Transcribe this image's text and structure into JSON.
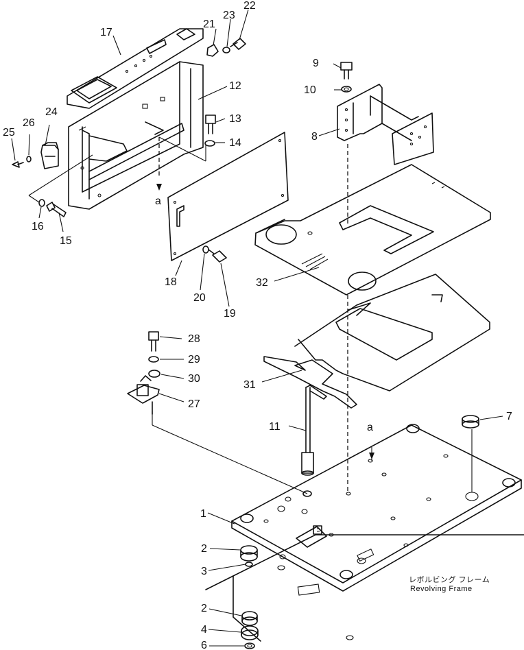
{
  "callouts": {
    "c1": "1",
    "c2a": "2",
    "c2b": "2",
    "c3": "3",
    "c4": "4",
    "c6": "6",
    "c7": "7",
    "c8": "8",
    "c9": "9",
    "c10": "10",
    "c11": "11",
    "c12": "12",
    "c13": "13",
    "c14": "14",
    "c15": "15",
    "c16": "16",
    "c17": "17",
    "c18": "18",
    "c19": "19",
    "c20": "20",
    "c21": "21",
    "c22": "22",
    "c23": "23",
    "c24": "24",
    "c25": "25",
    "c26": "26",
    "c27": "27",
    "c28": "28",
    "c29": "29",
    "c30": "30",
    "c31": "31",
    "c32": "32",
    "a_top": "a",
    "a_bottom": "a"
  },
  "caption": {
    "japanese": "レボルビング フレーム",
    "english": "Revolving Frame"
  }
}
